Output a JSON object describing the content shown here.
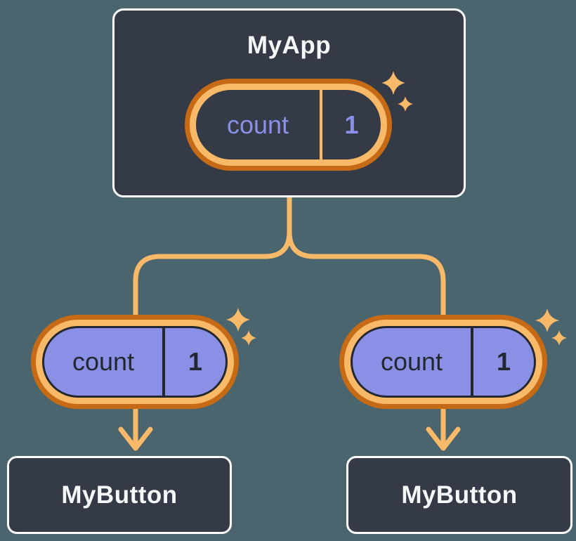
{
  "colors": {
    "bg": "#4B656E",
    "card": "#343A46",
    "card-border": "#FFFFFF",
    "accent-dark": "#C76A15",
    "accent-light": "#F8BA68",
    "lavender": "#8A90E6",
    "lavender-text": "#8A90E8",
    "ink": "#23272F",
    "text-light": "#F6F7F9"
  },
  "nodes": {
    "app": {
      "title": "MyApp"
    },
    "buttons": [
      {
        "title": "MyButton"
      },
      {
        "title": "MyButton"
      }
    ]
  },
  "pills": [
    {
      "owner": "MyApp",
      "label": "count",
      "value": "1"
    },
    {
      "owner": "MyButton-left",
      "label": "count",
      "value": "1"
    },
    {
      "owner": "MyButton-right",
      "label": "count",
      "value": "1"
    }
  ]
}
